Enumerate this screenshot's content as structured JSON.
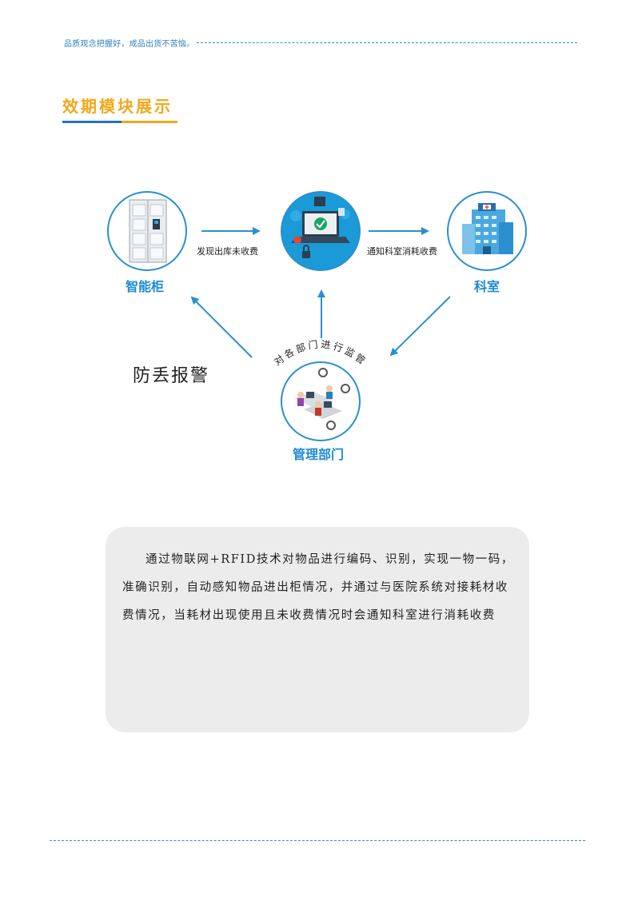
{
  "header": {
    "slogan": "品质观念把握好，成品出货不苦恼。"
  },
  "section": {
    "title": "效期模块展示"
  },
  "diagram": {
    "nodes": {
      "cabinet": "智能柜",
      "department": "科室",
      "management": "管理部门"
    },
    "edges": {
      "cabinet_to_center": "发现出库未收费",
      "center_to_department": "通知科室消耗收费",
      "supervise": "对各部门进行监管"
    },
    "alarm": "防丢报警",
    "colors": {
      "accent_blue": "#1e8bd3",
      "arrow_blue": "#2a8fd0",
      "title_yellow": "#f0a81c"
    }
  },
  "description": {
    "text": "通过物联网+RFID技术对物品进行编码、识别，实现一物一码，准确识别，自动感知物品进出柜情况，并通过与医院系统对接耗材收费情况，当耗材出现使用且未收费情况时会通知科室进行消耗收费"
  }
}
